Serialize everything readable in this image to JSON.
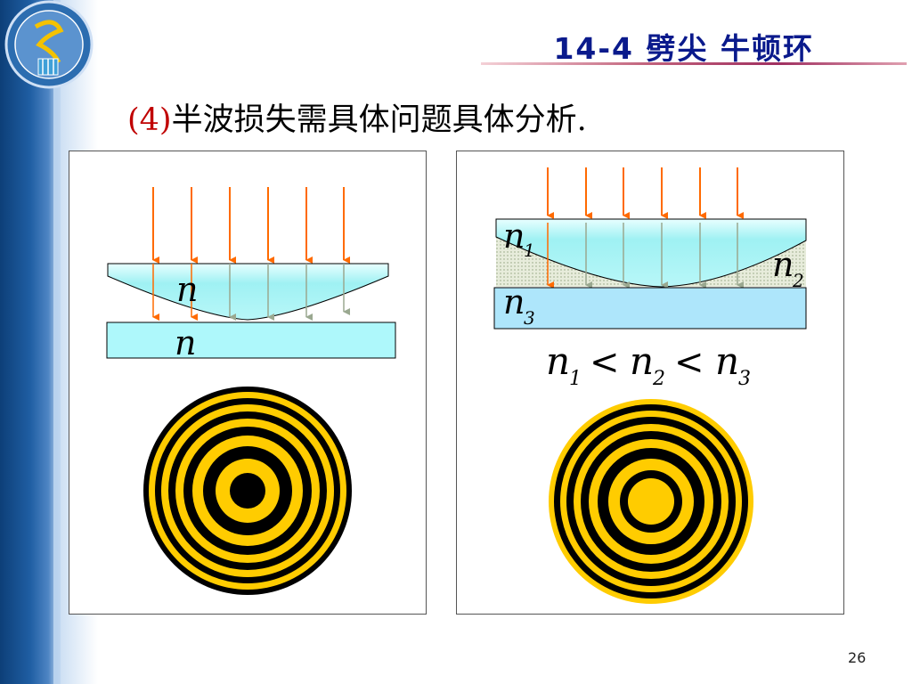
{
  "header": {
    "title": "14-4 劈尖 牛顿环"
  },
  "heading": {
    "number": "(4)",
    "text": "半波损失需具体问题具体分析."
  },
  "left_panel": {
    "lens_label": "n",
    "plate_label": "n",
    "center_fringe": "dark"
  },
  "right_panel": {
    "label_n1": "n",
    "label_n1_sub": "1",
    "label_n2": "n",
    "label_n2_sub": "2",
    "label_n3": "n",
    "label_n3_sub": "3",
    "relation": {
      "a": "n",
      "a_sub": "1",
      "op1": "<",
      "b": "n",
      "b_sub": "2",
      "op2": "<",
      "c": "n",
      "c_sub": "3"
    },
    "center_fringe": "bright"
  },
  "colors": {
    "sidebar": "#1f5ea3",
    "title": "#0a1a8c",
    "heading_number": "#c00000",
    "ray": "#ff6a00",
    "lens_fill": "#aef4f6",
    "plate_fill": "#aee6fb",
    "fringe_bright": "#ffcc00",
    "fringe_dark": "#000000"
  },
  "page_number": "26"
}
